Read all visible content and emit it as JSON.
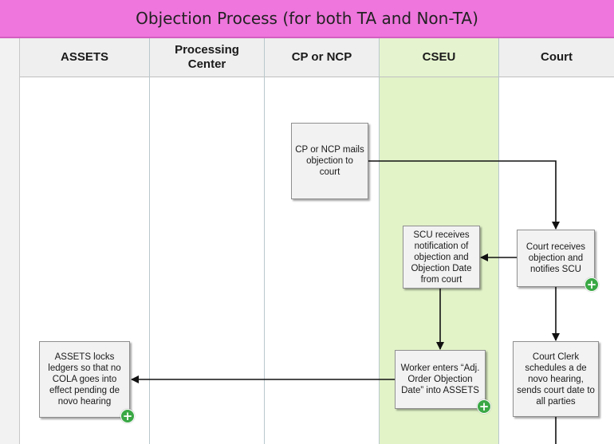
{
  "title": "Objection Process (for both TA and Non-TA)",
  "lanes": [
    {
      "label": "ASSETS"
    },
    {
      "label": "Processing Center"
    },
    {
      "label": "CP or NCP"
    },
    {
      "label": "CSEU"
    },
    {
      "label": "Court"
    }
  ],
  "nodes": {
    "cp_mails": "CP or NCP mails objection to court",
    "court_receives": "Court receives objection and notifies SCU",
    "scu_receives": "SCU receives notification of objection and Objection Date from court",
    "worker_enters": "Worker enters “Adj. Order Objection Date” into ASSETS",
    "assets_locks": "ASSETS locks ledgers so that no COLA goes into effect pending de novo hearing",
    "court_clerk": "Court Clerk schedules a de novo hearing, sends court date to all parties"
  },
  "colors": {
    "title_bar": "#ee76dc",
    "cseu_lane": "#e2f3c8",
    "add_icon": "#3aa845"
  }
}
